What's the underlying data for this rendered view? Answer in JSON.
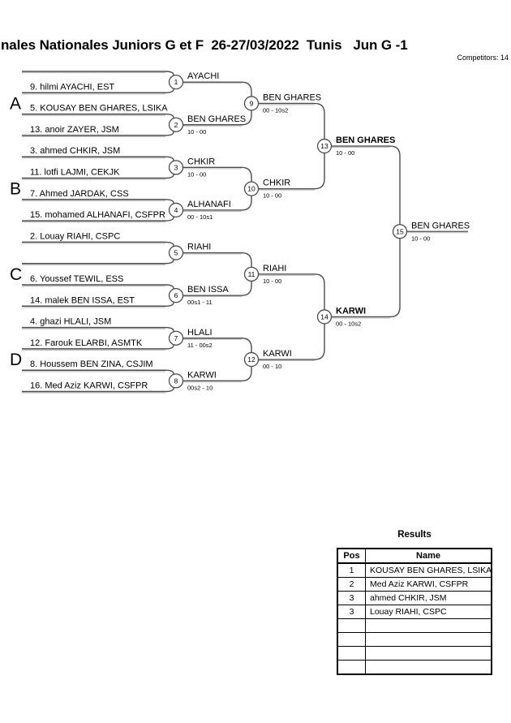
{
  "header": {
    "title": "nales Nationales Juniors G et F  26-27/03/2022  Tunis   Jun G -1",
    "competitors": "Competitors: 14"
  },
  "colors": {
    "line_dark": "#4d4d4d",
    "line_light": "#bdbdbd",
    "text": "#000000"
  },
  "bracket": {
    "groups": [
      "A",
      "B",
      "C",
      "D"
    ],
    "slots": [
      "",
      "9. hilmi AYACHI, EST",
      "5. KOUSAY BEN GHARES, LSIKA",
      "13. anoir ZAYER, JSM",
      "3. ahmed CHKIR, JSM",
      "11. lotfi LAJMI, CEKJK",
      "7. Ahmed JARDAK, CSS",
      "15. mohamed ALHANAFI, CSFPR",
      "2. Louay RIAHI, CSPC",
      "",
      "6. Youssef TEWIL, ESS",
      "14. malek BEN ISSA, EST",
      "4. ghazi HLALI, JSM",
      "12. Farouk ELARBI, ASMTK",
      "8. Houssem BEN ZINA, CSJIM",
      "16. Med Aziz KARWI, CSFPR"
    ],
    "matches": [
      {
        "n": "1",
        "winner": "AYACHI",
        "score": "",
        "bold": false
      },
      {
        "n": "2",
        "winner": "BEN GHARES",
        "score": "10 - 00",
        "bold": false
      },
      {
        "n": "3",
        "winner": "CHKIR",
        "score": "10 - 00",
        "bold": false
      },
      {
        "n": "4",
        "winner": "ALHANAFI",
        "score": "00 - 10s1",
        "bold": false
      },
      {
        "n": "5",
        "winner": "RIAHI",
        "score": "",
        "bold": false
      },
      {
        "n": "6",
        "winner": "BEN ISSA",
        "score": "00s1 - 11",
        "bold": false
      },
      {
        "n": "7",
        "winner": "HLALI",
        "score": "11 - 00s2",
        "bold": false
      },
      {
        "n": "8",
        "winner": "KARWI",
        "score": "00s2 - 10",
        "bold": false
      },
      {
        "n": "9",
        "winner": "BEN GHARES",
        "score": "00 - 10s2",
        "bold": false
      },
      {
        "n": "10",
        "winner": "CHKIR",
        "score": "10 - 00",
        "bold": false
      },
      {
        "n": "11",
        "winner": "RIAHI",
        "score": "10 - 00",
        "bold": false
      },
      {
        "n": "12",
        "winner": "KARWI",
        "score": "00 - 10",
        "bold": false
      },
      {
        "n": "13",
        "winner": "BEN GHARES",
        "score": "10 - 00",
        "bold": true
      },
      {
        "n": "14",
        "winner": "KARWI",
        "score": "00 - 10s2",
        "bold": true
      },
      {
        "n": "15",
        "winner": "BEN GHARES",
        "score": "10 - 00",
        "bold": false
      }
    ]
  },
  "results": {
    "title": "Results",
    "columns": [
      "Pos",
      "Name"
    ],
    "rows": [
      {
        "pos": "1",
        "name": "KOUSAY BEN GHARES, LSIKA"
      },
      {
        "pos": "2",
        "name": "Med Aziz KARWI, CSFPR"
      },
      {
        "pos": "3",
        "name": "ahmed CHKIR, JSM"
      },
      {
        "pos": "3",
        "name": "Louay RIAHI, CSPC"
      },
      {
        "pos": "",
        "name": ""
      },
      {
        "pos": "",
        "name": ""
      },
      {
        "pos": "",
        "name": ""
      },
      {
        "pos": "",
        "name": ""
      }
    ]
  }
}
